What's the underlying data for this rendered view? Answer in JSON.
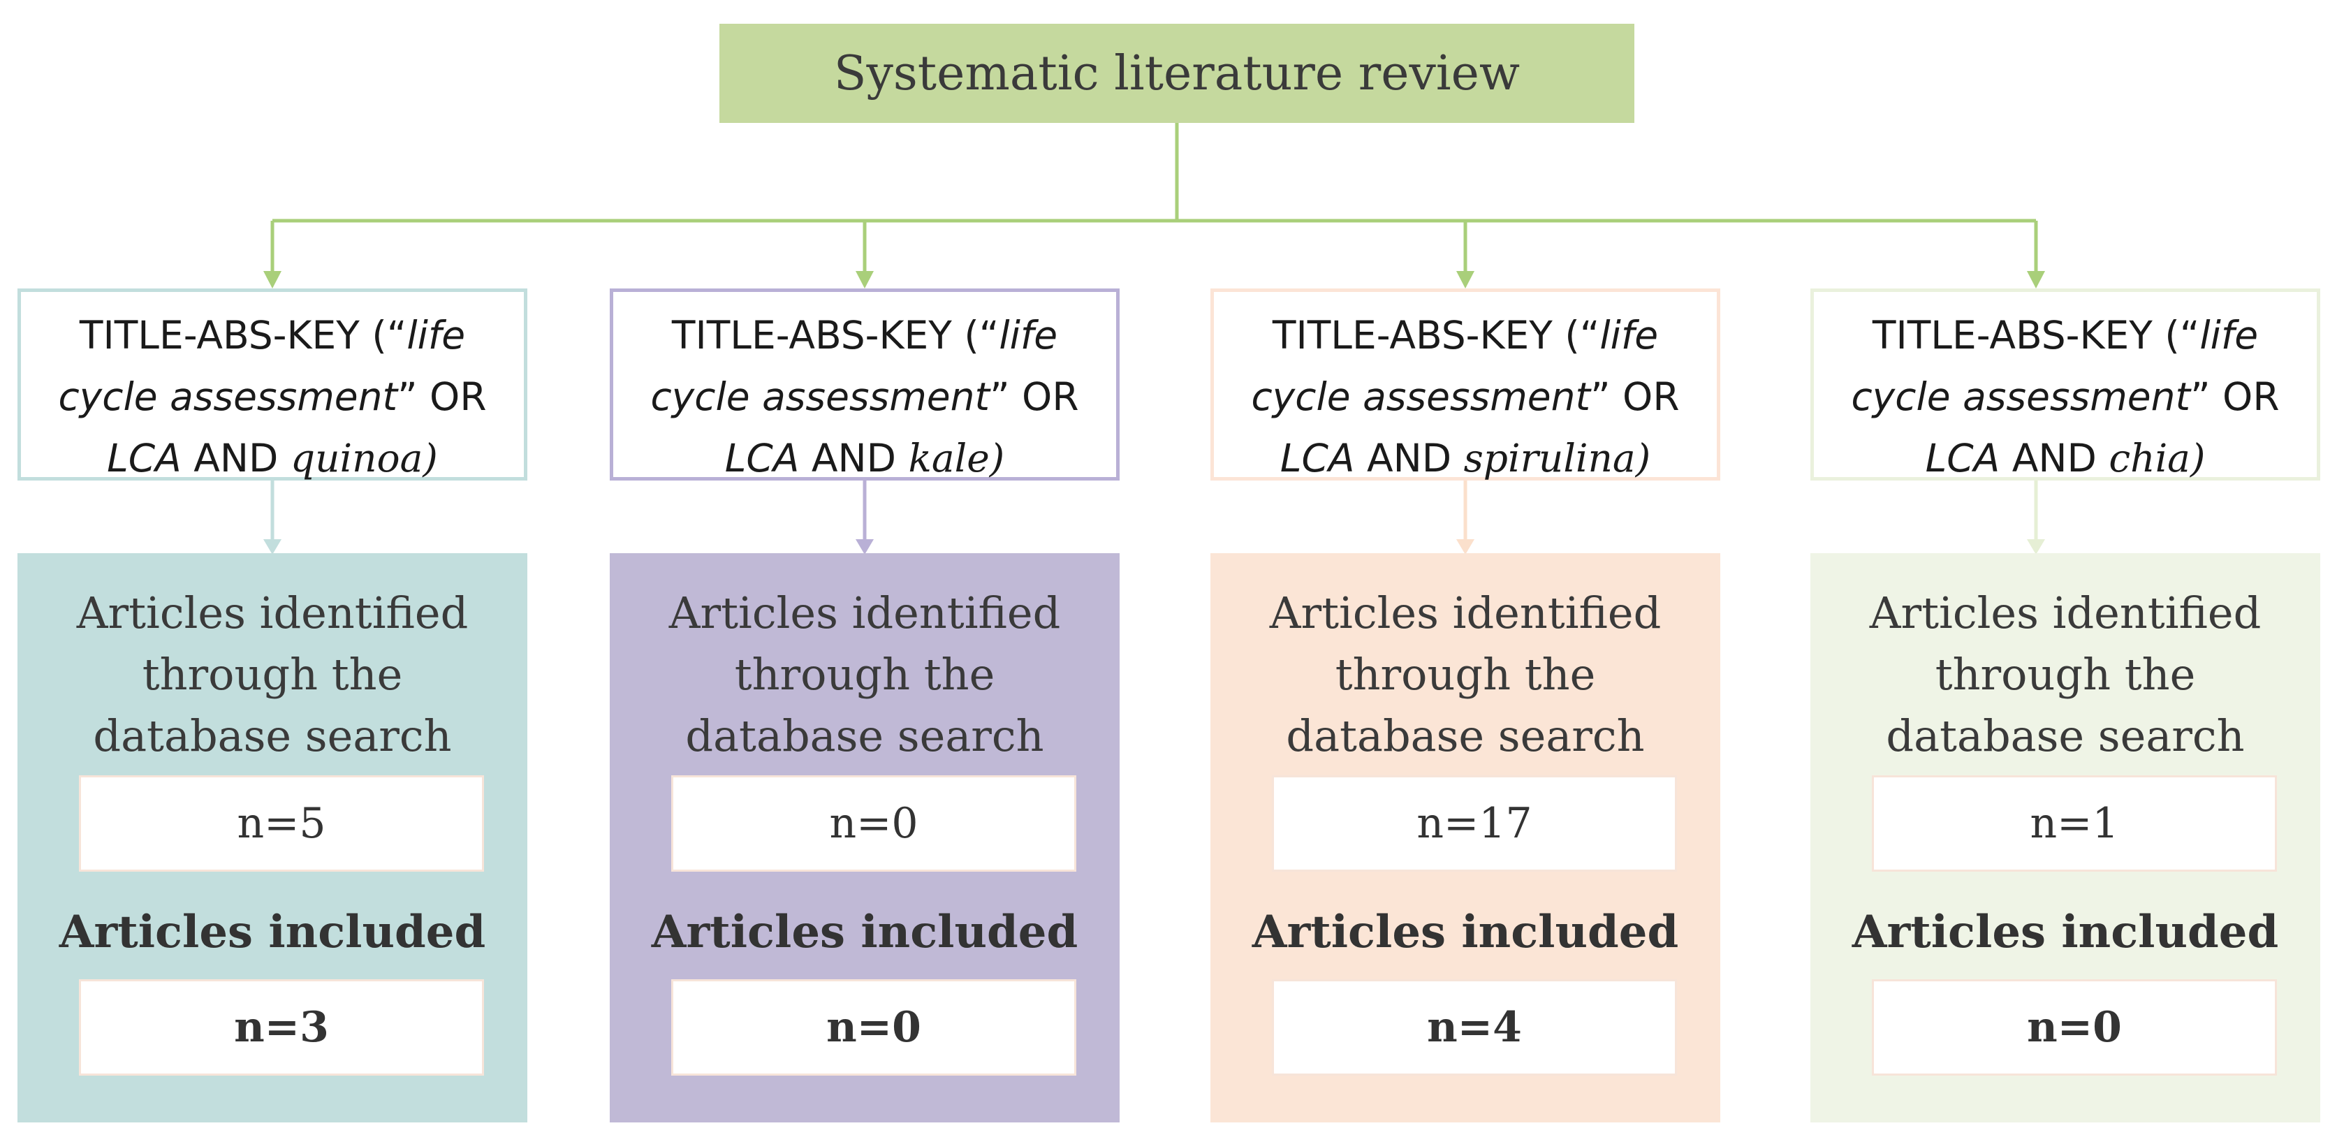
{
  "title": "Systematic literature review",
  "query": {
    "prefix": "TITLE-ABS-KEY (“",
    "life": "life",
    "cycle": "cycle assessment",
    "or": "” OR",
    "lca": "LCA",
    "and": " AND "
  },
  "result_labels": {
    "identified": [
      "Articles identified",
      "through the",
      "database search"
    ],
    "included": "Articles included"
  },
  "columns": [
    {
      "term": "quinoa)",
      "identified": "n=5",
      "included": "n=3",
      "box_color": "#c2dedd",
      "border_color": "#c2dedd",
      "line_color": "#c2dedd"
    },
    {
      "term": "kale)",
      "identified": "n=0",
      "included": "n=0",
      "box_color": "#c0b9d6",
      "border_color": "#b9b0d6",
      "line_color": "#b9b0d6"
    },
    {
      "term": "spirulina)",
      "identified": "n=17",
      "included": "n=4",
      "box_color": "#fbe5d6",
      "border_color": "#fce4d6",
      "line_color": "#fbe0cc"
    },
    {
      "term": "chia)",
      "identified": "n=1",
      "included": "n=0",
      "box_color": "#eff4e6",
      "border_color": "#eaf1dd",
      "line_color": "#e6efd5"
    }
  ],
  "connector_color": "#a9cf7a"
}
